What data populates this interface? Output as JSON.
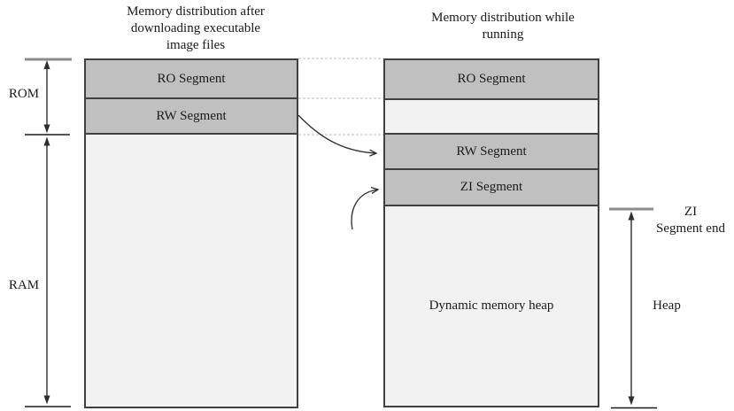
{
  "titles": {
    "left": [
      "Memory distribution after",
      "downloading executable",
      "image files"
    ],
    "right": [
      "Memory distribution while",
      "running"
    ]
  },
  "left_column": {
    "segments": {
      "ro": "RO Segment",
      "rw": "RW Segment"
    }
  },
  "right_column": {
    "segments": {
      "ro": "RO Segment",
      "rw": "RW Segment",
      "zi": "ZI Segment",
      "heap": "Dynamic memory heap"
    }
  },
  "side_labels": {
    "rom": "ROM",
    "ram": "RAM",
    "zi_end_line1": "ZI",
    "zi_end_line2": "Segment end",
    "heap": "Heap"
  },
  "colors": {
    "segment_fill": "#c0c0c0",
    "light_fill": "#f2f2f2",
    "border": "#404040",
    "dashed_connector": "#c9c9c9",
    "gray_tick": "#8c8c8c",
    "arrow": "#2e2e2e",
    "background": "#ffffff"
  }
}
